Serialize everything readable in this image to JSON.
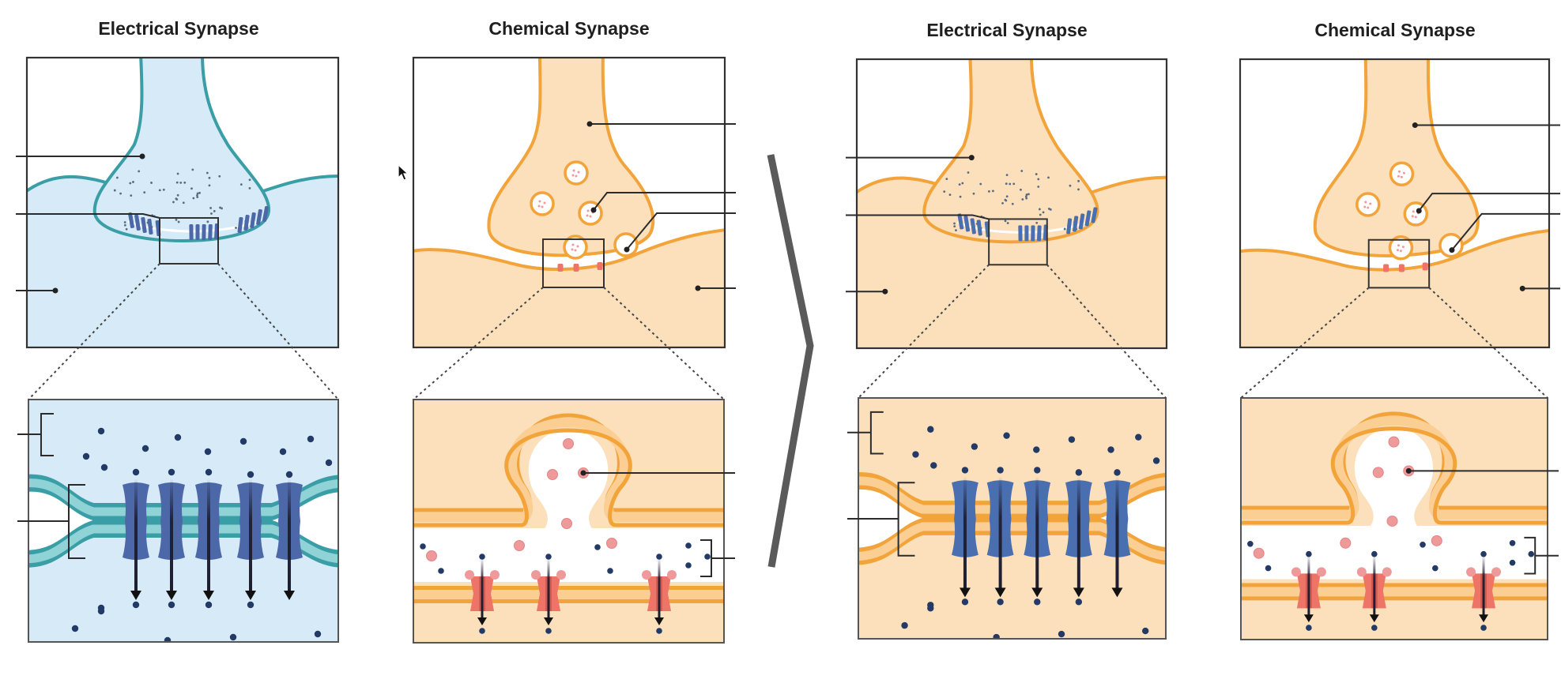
{
  "figure": {
    "panels": [
      {
        "id": "electrical-left",
        "title": "Electrical Synapse",
        "type": "electrical",
        "theme": "blue",
        "detail_channels": 5,
        "label_lines_overview": 3,
        "label_lines_detail": 2,
        "labels": [
          "",
          "",
          "",
          "",
          ""
        ]
      },
      {
        "id": "chemical-left",
        "title": "Chemical Synapse",
        "type": "chemical",
        "theme": "orange",
        "vesicles": 5,
        "detail_receptors": 3,
        "label_lines_overview": 4,
        "label_lines_detail": 2,
        "labels": [
          "",
          "",
          "",
          "",
          "",
          ""
        ]
      },
      {
        "id": "electrical-right",
        "title": "Electrical Synapse",
        "type": "electrical",
        "theme": "orange",
        "detail_channels": 5,
        "label_lines_overview": 3,
        "label_lines_detail": 2,
        "labels": [
          "",
          "",
          "",
          "",
          ""
        ]
      },
      {
        "id": "chemical-right",
        "title": "Chemical Synapse",
        "type": "chemical",
        "theme": "orange",
        "vesicles": 5,
        "detail_receptors": 3,
        "label_lines_overview": 4,
        "label_lines_detail": 2,
        "labels": [
          "",
          "",
          "",
          "",
          "",
          ""
        ]
      }
    ],
    "transition_arrow": "chevron-right"
  },
  "themes": {
    "blue": {
      "fill": "#d6ebf7",
      "stroke": "#3a9ea6",
      "stroke_light": "#8fd3d6",
      "channel": "#4d68a8",
      "channel_dark": "#3b5590"
    },
    "orange": {
      "fill": "#fcdfbb",
      "stroke": "#f2a43a",
      "stroke_light": "#fbcf94",
      "channel": "#4a6fb0",
      "channel_dark": "#38589a"
    }
  },
  "colors": {
    "ion": "#233a66",
    "neurotransmitter": "#ee9a9a",
    "receptor": "#ee7467",
    "receptor_dark": "#c24d45",
    "chevron": "#5a5a5a",
    "frame": "#333333"
  }
}
